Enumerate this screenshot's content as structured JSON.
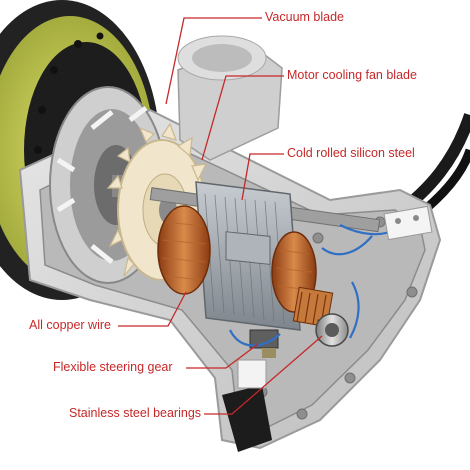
{
  "colors": {
    "label_text": "#c62828",
    "leader_line": "#c62828",
    "background": "#ffffff",
    "housing": "#d6d6d6",
    "fan_blade": "#f1e6cc",
    "copper": "#c56a2b",
    "stator": "#9ea4aa",
    "pad": "#c3cc54",
    "wire": "#2f6fc4"
  },
  "callouts": [
    {
      "id": "vacuum",
      "label": "Vacuum blade"
    },
    {
      "id": "fan",
      "label": "Motor cooling fan blade"
    },
    {
      "id": "steel",
      "label": "Cold rolled silicon steel"
    },
    {
      "id": "copper",
      "label": "All copper wire"
    },
    {
      "id": "gear",
      "label": "Flexible steering gear"
    },
    {
      "id": "bearing",
      "label": "Stainless steel bearings"
    }
  ]
}
